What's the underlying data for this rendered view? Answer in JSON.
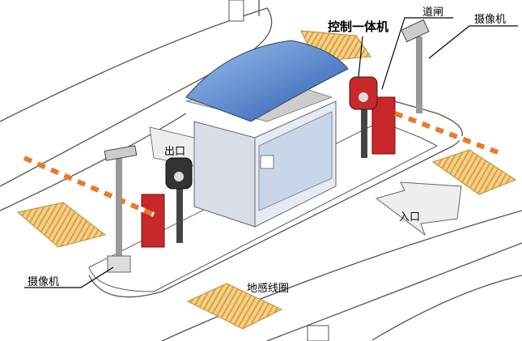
{
  "labels": {
    "controller": "控制一体机",
    "barrier_gate": "道闸",
    "camera_right": "摄像机",
    "exit": "出口",
    "entrance": "入口",
    "camera_left": "摄像机",
    "ground_loop": "地感线圈"
  },
  "colors": {
    "canopy": "#3a6fc0",
    "barrier_red": "#c8282a",
    "loop_yellow": "#f2c46a",
    "boom_orange": "#e87a2a"
  }
}
